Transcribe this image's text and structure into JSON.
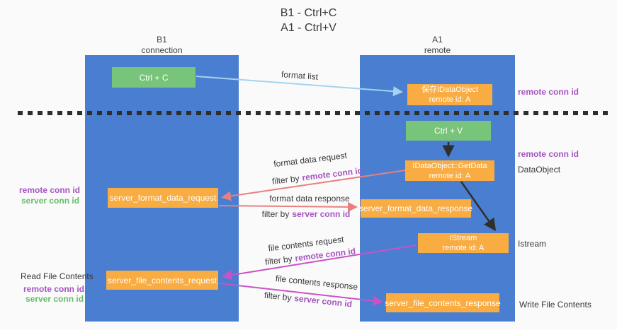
{
  "title": {
    "line1": "B1 - Ctrl+C",
    "line2": "A1 - Ctrl+V"
  },
  "columns": {
    "left": {
      "name": "B1",
      "role": "connection"
    },
    "right": {
      "name": "A1",
      "role": "remote"
    }
  },
  "nodes": {
    "ctrl_c": "Ctrl + C",
    "ctrl_v": "Ctrl + V",
    "save_dataobject": {
      "line1": "保存IDataObject",
      "line2": "remote id: A"
    },
    "getdata": {
      "line1": "IDataObject::GetData",
      "line2": "remote id: A"
    },
    "istream": {
      "line1": "IStream",
      "line2": "remote id: A"
    },
    "server_format_data_request": "server_format_data_request",
    "server_format_data_response": "server_format_data_response",
    "server_file_contents_request": "server_file_contents_request",
    "server_file_contents_response": "server_file_contents_response"
  },
  "labels": {
    "format_list": "format list",
    "format_data_request": "format data request",
    "format_data_response": "format data response",
    "file_contents_request": "file contents request",
    "file_contents_response": "file contents response",
    "filter_by": "filter by",
    "remote_conn_id": "remote conn id",
    "server_conn_id": "server conn id",
    "dataobject": "DataObject",
    "istream": "Istream",
    "read_file_contents": "Read File Contents",
    "write_file_contents": "Write File Contents"
  },
  "colors": {
    "column_blue": "#4a7ed1",
    "box_green": "#77c47a",
    "box_orange": "#f9ac41",
    "arrow_light_blue": "#a6d2f0",
    "arrow_salmon": "#e87f7f",
    "arrow_magenta": "#c853c6",
    "arrow_black": "#2f2f2f",
    "label_purple": "#a554c0",
    "label_green": "#66bd6a"
  }
}
